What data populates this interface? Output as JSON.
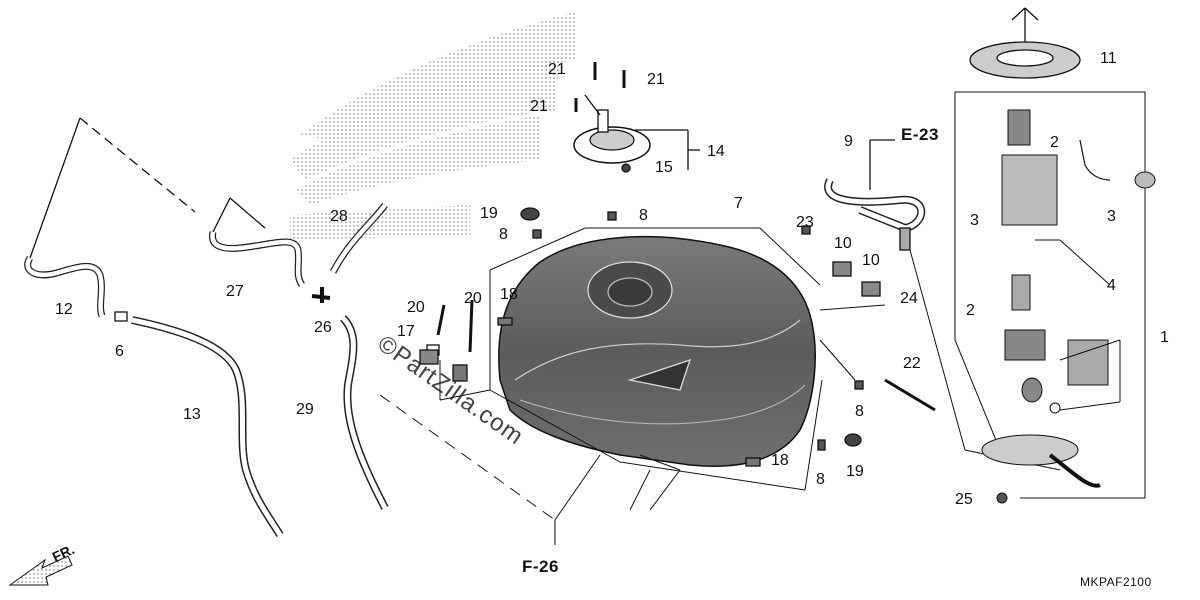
{
  "diagram": {
    "diagram_code": "MKPAF2100",
    "watermark": "©PartZilla.com",
    "forward_label": "FR.",
    "references": {
      "top_right": "E-23",
      "bottom": "F-26"
    },
    "callouts": [
      {
        "id": "c1",
        "text": "1"
      },
      {
        "id": "c2a",
        "text": "2"
      },
      {
        "id": "c2b",
        "text": "2"
      },
      {
        "id": "c3a",
        "text": "3"
      },
      {
        "id": "c3b",
        "text": "3"
      },
      {
        "id": "c4",
        "text": "4"
      },
      {
        "id": "c6",
        "text": "6"
      },
      {
        "id": "c7",
        "text": "7"
      },
      {
        "id": "c8a",
        "text": "8"
      },
      {
        "id": "c8b",
        "text": "8"
      },
      {
        "id": "c8c",
        "text": "8"
      },
      {
        "id": "c8d",
        "text": "8"
      },
      {
        "id": "c9",
        "text": "9"
      },
      {
        "id": "c10a",
        "text": "10"
      },
      {
        "id": "c10b",
        "text": "10"
      },
      {
        "id": "c11",
        "text": "11"
      },
      {
        "id": "c12",
        "text": "12"
      },
      {
        "id": "c13",
        "text": "13"
      },
      {
        "id": "c14",
        "text": "14"
      },
      {
        "id": "c15",
        "text": "15"
      },
      {
        "id": "c17",
        "text": "17"
      },
      {
        "id": "c18a",
        "text": "18"
      },
      {
        "id": "c18b",
        "text": "18"
      },
      {
        "id": "c19a",
        "text": "19"
      },
      {
        "id": "c19b",
        "text": "19"
      },
      {
        "id": "c20a",
        "text": "20"
      },
      {
        "id": "c20b",
        "text": "20"
      },
      {
        "id": "c21a",
        "text": "21"
      },
      {
        "id": "c21b",
        "text": "21"
      },
      {
        "id": "c21c",
        "text": "21"
      },
      {
        "id": "c22",
        "text": "22"
      },
      {
        "id": "c23",
        "text": "23"
      },
      {
        "id": "c24",
        "text": "24"
      },
      {
        "id": "c25",
        "text": "25"
      },
      {
        "id": "c26",
        "text": "26"
      },
      {
        "id": "c27",
        "text": "27"
      },
      {
        "id": "c28",
        "text": "28"
      },
      {
        "id": "c29",
        "text": "29"
      }
    ]
  }
}
